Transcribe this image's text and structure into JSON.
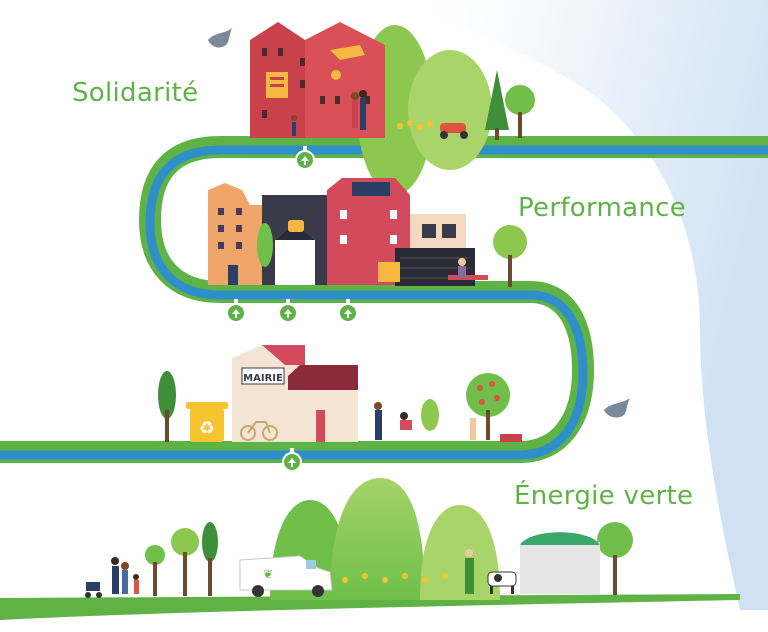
{
  "labels": {
    "solidarite": "Solidarité",
    "performance": "Performance",
    "energie": "Énergie verte"
  },
  "signs": {
    "mairie": "MAIRIE"
  },
  "icons": {
    "bird": "bird-icon",
    "recycle": "recycle-icon",
    "bicycle": "bicycle-icon",
    "up_arrow": "up-arrow-marker-icon",
    "leaf": "leaf-icon"
  },
  "colors": {
    "label_green": "#5fb346",
    "road_green": "#5fb346",
    "road_blue": "#2e8fc9",
    "sky_blue": "#d6e6f6",
    "house_red": "#d2444f",
    "tree_green": "#4caf50"
  }
}
